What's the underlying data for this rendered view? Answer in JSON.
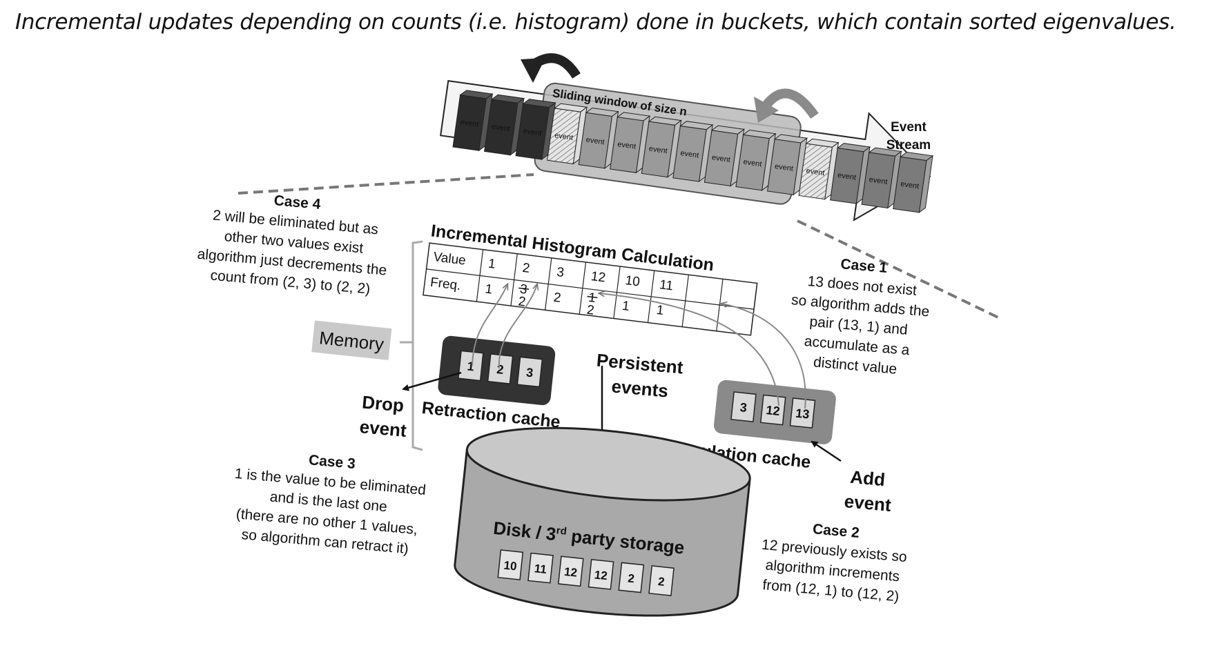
{
  "title": "Incremental updates depending on counts (i.e. histogram) done in buckets, which contain sorted eigenvalues.",
  "stream": {
    "window_label": "Sliding window of size n",
    "event_label": "event",
    "stream_label_line1": "Event",
    "stream_label_line2": "Stream"
  },
  "histogram": {
    "title": "Incremental Histogram Calculation",
    "row_value_label": "Value",
    "row_freq_label": "Freq.",
    "values": [
      "1",
      "2",
      "3",
      "12",
      "10",
      "11",
      "",
      ""
    ],
    "freqs": [
      "1",
      "3",
      "2",
      "1",
      "1",
      "1",
      "",
      ""
    ],
    "freqs_new": [
      "",
      "2",
      "",
      "2",
      "",
      "",
      "",
      ""
    ]
  },
  "memory_label": "Memory",
  "retraction_cache": {
    "label": "Retraction cache",
    "items": [
      "1",
      "2",
      "3"
    ]
  },
  "accumulation_cache": {
    "label": "Accumulation cache",
    "items": [
      "3",
      "12",
      "13"
    ]
  },
  "persistent_events": {
    "line1": "Persistent",
    "line2": "events"
  },
  "drop_event": {
    "line1": "Drop",
    "line2": "event"
  },
  "add_event": {
    "line1": "Add",
    "line2": "event"
  },
  "storage": {
    "label_pre": "Disk / 3",
    "label_sup": "rd",
    "label_post": " party storage",
    "items": [
      "10",
      "11",
      "12",
      "12",
      "2",
      "2"
    ]
  },
  "cases": {
    "case1": {
      "title": "Case 1",
      "lines": [
        "13 does not exist",
        "so algorithm adds the",
        "pair (13, 1) and",
        "accumulate as a",
        "distinct value"
      ]
    },
    "case2": {
      "title": "Case 2",
      "lines": [
        "12 previously exists so",
        "algorithm increments",
        "from (12, 1) to (12, 2)"
      ]
    },
    "case3": {
      "title": "Case 3",
      "lines": [
        "1 is the value to be eliminated",
        "and is the last one",
        "(there are no other 1 values,",
        "so algorithm can retract it)"
      ]
    },
    "case4": {
      "title": "Case 4",
      "lines": [
        "2  will be eliminated but as",
        "other two values exist",
        "algorithm just decrements the",
        "count from (2, 3) to (2, 2)"
      ]
    }
  }
}
